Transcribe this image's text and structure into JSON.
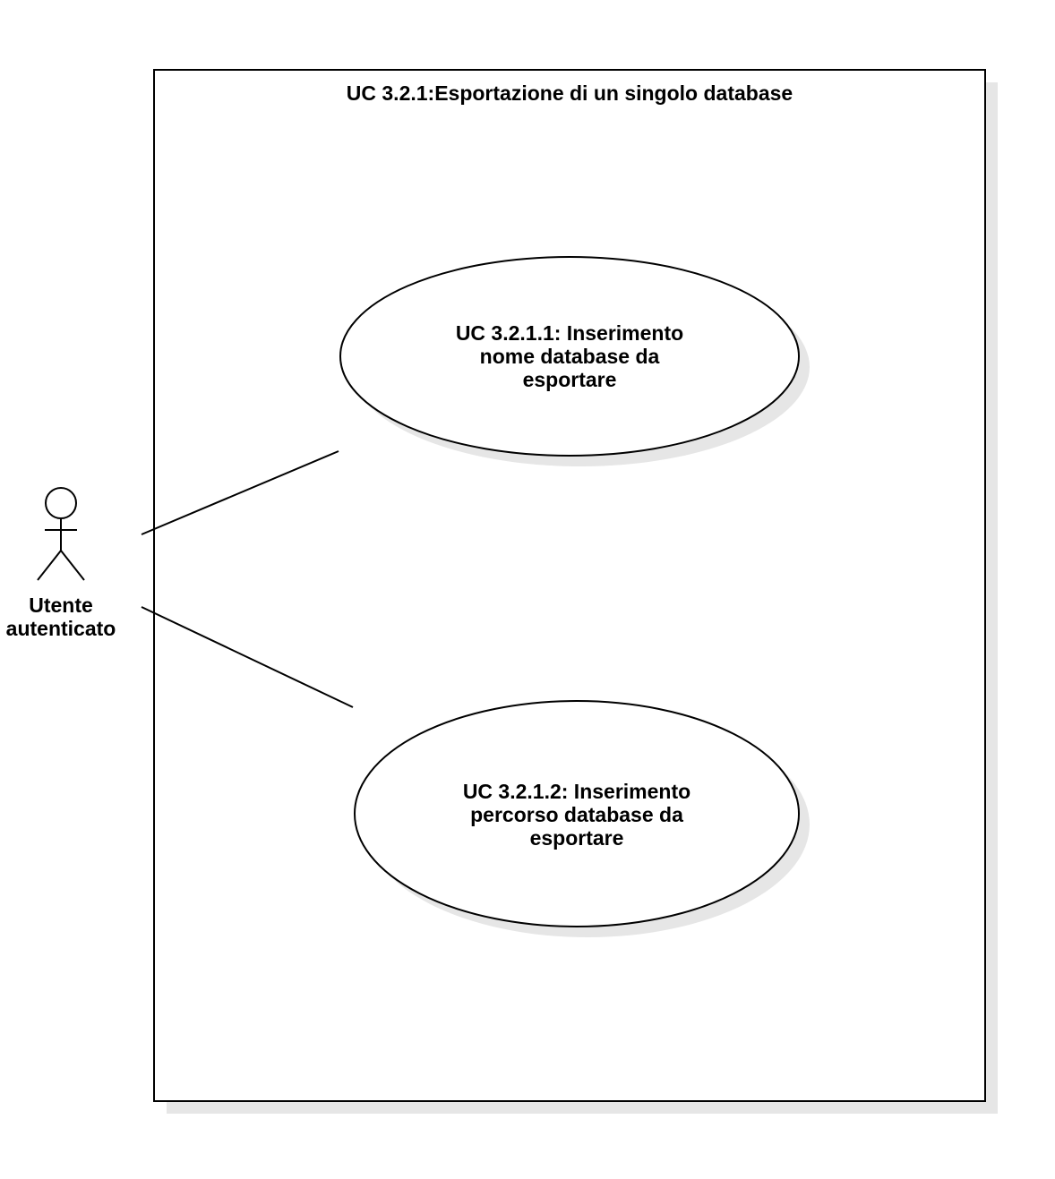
{
  "system_boundary": {
    "title": "UC 3.2.1:Esportazione di un singolo database"
  },
  "actor": {
    "name_line1": "Utente",
    "name_line2": "autenticato"
  },
  "use_cases": [
    {
      "lines": [
        "UC 3.2.1.1: Inserimento",
        "nome database da",
        "esportare"
      ]
    },
    {
      "lines": [
        "UC 3.2.1.2: Inserimento",
        "percorso database da",
        "esportare"
      ]
    }
  ],
  "colors": {
    "stroke": "#000000",
    "fill": "#ffffff",
    "shadow": "#e6e6e6"
  }
}
